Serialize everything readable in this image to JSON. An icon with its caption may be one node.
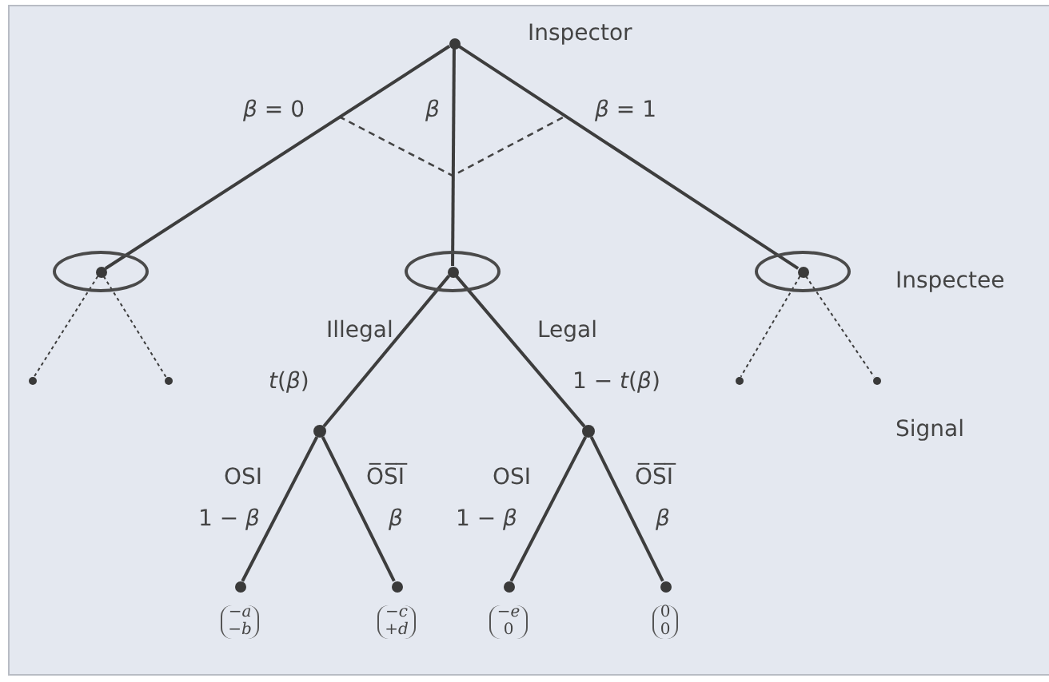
{
  "diagram": {
    "nodes": [
      {
        "text": [],
        "shape": "circle",
        "beside": [
          "Inspector"
        ]
      },
      {
        "text": [],
        "shape": "ellipse"
      },
      {
        "text": [],
        "shape": "circle",
        "in": 1
      },
      {
        "text": [],
        "shape": "ellipse"
      },
      {
        "text": [],
        "shape": "circle",
        "in": 3
      },
      {
        "text": [],
        "shape": "ellipse",
        "beside": [
          "Inspectee"
        ]
      },
      {
        "text": [],
        "shape": "circle",
        "in": 5
      },
      {
        "text": [],
        "shape": "circle"
      },
      {
        "text": [],
        "shape": "circle"
      },
      {
        "text": [],
        "shape": "circle"
      },
      {
        "text": [],
        "shape": "circle"
      },
      {
        "text": [],
        "shape": "circle"
      },
      {
        "text": [],
        "shape": "circle"
      },
      {
        "text": [],
        "shape": "circle",
        "beside": [
          "−*a*",
          "−*b*"
        ]
      },
      {
        "text": [],
        "shape": "circle",
        "beside": [
          "−*c*",
          "+*d*"
        ]
      },
      {
        "text": [],
        "shape": "circle",
        "beside": [
          "−*e*",
          "0"
        ]
      },
      {
        "text": [],
        "shape": "circle",
        "beside": [
          "0",
          "0"
        ]
      }
    ],
    "edges": [
      {
        "from": 0,
        "to": 2,
        "arrow": "none",
        "label": "*β* = 0"
      },
      {
        "from": 0,
        "to": 4,
        "arrow": "none",
        "label": "*β*"
      },
      {
        "from": 0,
        "to": 6,
        "arrow": "none",
        "label": "*β* = 1"
      },
      {
        "from": 2,
        "to": 7,
        "arrow": "none",
        "style": "dashed"
      },
      {
        "from": 2,
        "to": 8,
        "arrow": "none",
        "style": "dashed"
      },
      {
        "from": 4,
        "to": 9,
        "arrow": "none",
        "label": "Illegal"
      },
      {
        "from": 4,
        "to": 10,
        "arrow": "none",
        "label": "Legal"
      },
      {
        "from": 6,
        "to": 11,
        "arrow": "none",
        "style": "dashed"
      },
      {
        "from": 6,
        "to": 12,
        "arrow": "none",
        "style": "dashed"
      },
      {
        "from": 9,
        "to": 13,
        "arrow": "none",
        "label": "OSI"
      },
      {
        "from": 9,
        "to": 14,
        "arrow": "none",
        "label": "O̅S̅I̅"
      },
      {
        "from": 10,
        "to": 15,
        "arrow": "none",
        "label": "OSI"
      },
      {
        "from": 10,
        "to": 16,
        "arrow": "none",
        "label": "O̅S̅I̅"
      }
    ],
    "labels": [
      "*t*(*β*)",
      "1 − *t*(*β*)",
      "Signal",
      "1 − *β*",
      "*β*",
      "1 − *β*",
      "*β*"
    ]
  }
}
